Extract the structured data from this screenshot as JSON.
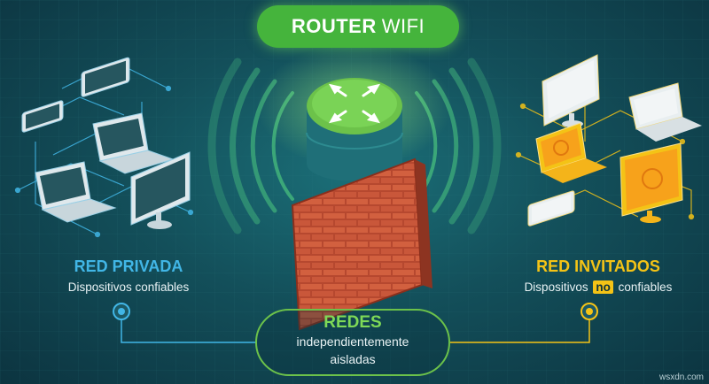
{
  "title": {
    "bold": "ROUTER",
    "light": "WIFI"
  },
  "private_network": {
    "title": "RED PRIVADA",
    "subtitle": "Dispositivos confiables"
  },
  "guest_network": {
    "title": "RED INVITADOS",
    "subtitle_pre": "Dispositivos",
    "subtitle_badge": "no",
    "subtitle_post": "confiables"
  },
  "center": {
    "title": "REDES",
    "line1": "independientemente",
    "line2": "aisladas"
  },
  "watermark": "wsxdn.com",
  "icons": [
    "router-icon",
    "firewall-brick-wall-icon",
    "laptop-icon",
    "tablet-icon",
    "smartphone-icon",
    "monitor-icon",
    "wifi-signal-icon"
  ],
  "colors": {
    "background": "#134f5a",
    "router": "#6cc24a",
    "private_accent": "#41b6e6",
    "guest_accent": "#f4c316",
    "brick": "#c2553a",
    "title_pill": "#45b43c"
  }
}
